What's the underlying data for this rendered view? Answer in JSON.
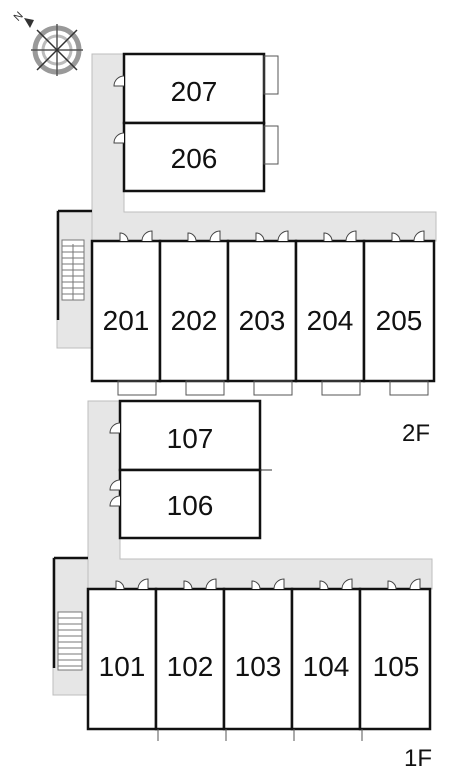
{
  "compass": {
    "north_label": "N"
  },
  "floors": [
    {
      "name": "2F",
      "units": [
        "207",
        "206",
        "201",
        "202",
        "203",
        "204",
        "205"
      ]
    },
    {
      "name": "1F",
      "units": [
        "107",
        "106",
        "101",
        "102",
        "103",
        "104",
        "105"
      ]
    }
  ],
  "colors": {
    "corridor": "#e6e6e6",
    "wall": "#111111",
    "background": "#ffffff"
  }
}
